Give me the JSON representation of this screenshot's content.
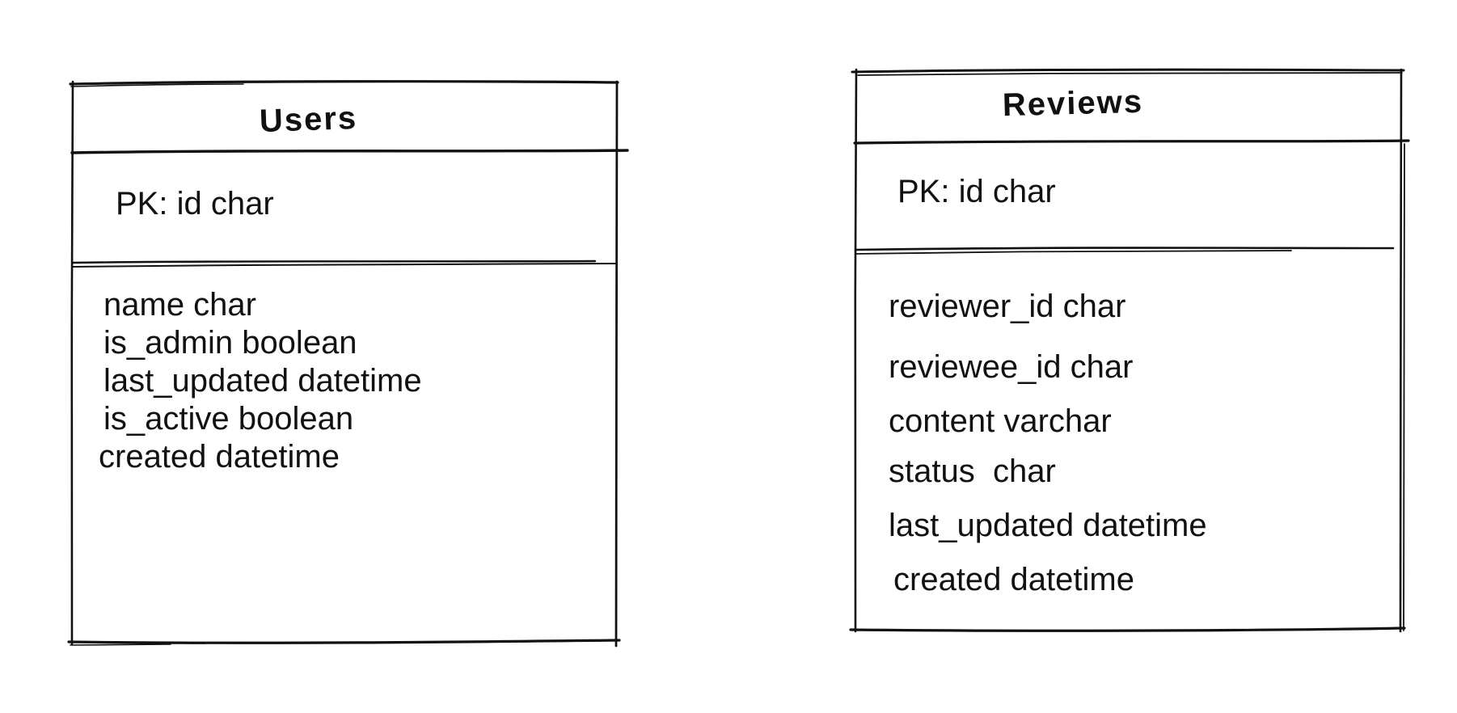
{
  "diagram": {
    "colors": {
      "ink": "#111111",
      "background": "#ffffff"
    },
    "entities": [
      {
        "title": "Users",
        "pk": "PK: id char",
        "fields": [
          "name char",
          "is_admin boolean",
          "last_updated datetime",
          "is_active boolean",
          "created datetime"
        ]
      },
      {
        "title": "Reviews",
        "pk": "PK: id char",
        "fields": [
          "reviewer_id char",
          "reviewee_id char",
          "content varchar",
          "status  char",
          "last_updated datetime",
          "created datetime"
        ]
      }
    ]
  }
}
